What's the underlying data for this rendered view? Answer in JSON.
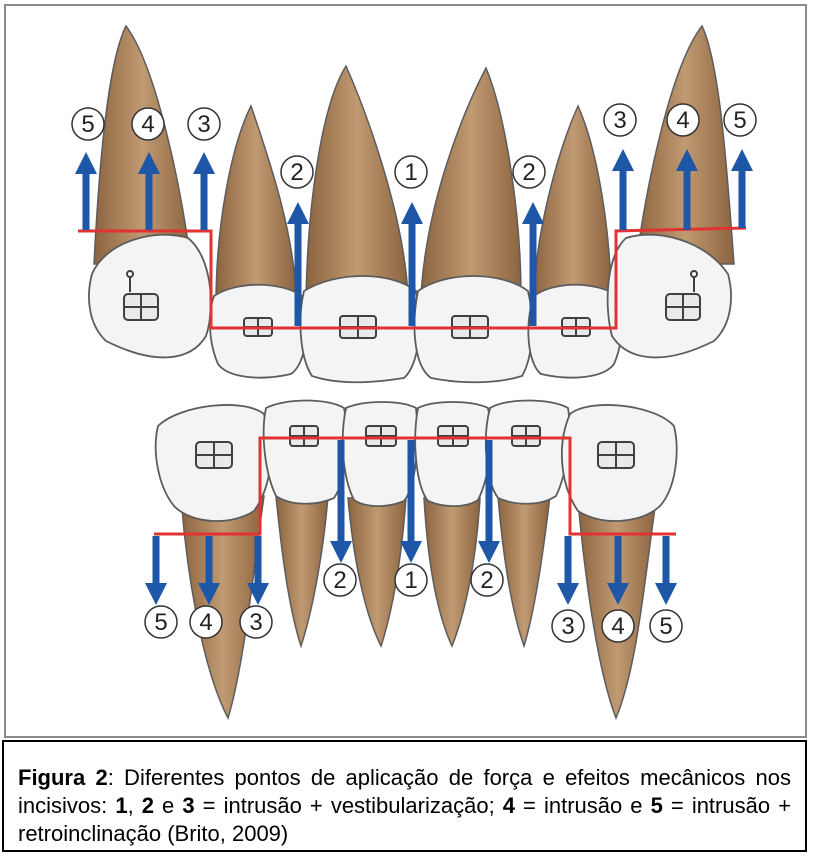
{
  "diagram": {
    "colors": {
      "arrow": "#1e56a8",
      "wire": "#e23232",
      "root": "#a8805a",
      "crown": "#f4f4f4",
      "outline": "#5c5c5c"
    },
    "upper_labels": [
      "5",
      "4",
      "3",
      "2",
      "1",
      "2",
      "3",
      "4",
      "5"
    ],
    "lower_labels": [
      "5",
      "4",
      "3",
      "2",
      "1",
      "2",
      "3",
      "4",
      "5"
    ]
  },
  "caption": {
    "figure_label": "Figura 2",
    "text_a": ": Diferentes pontos de aplicação de força e efeitos mecânicos nos incisivos: ",
    "n1": "1",
    "sep1": ", ",
    "n2": "2",
    "sep2": " e ",
    "n3": "3",
    "text_b": " = intrusão + vestibularização; ",
    "n4": "4",
    "text_c": " = intrusão e ",
    "n5": "5",
    "text_d": " = intrusão + retroinclinação (Brito, 2009)"
  }
}
